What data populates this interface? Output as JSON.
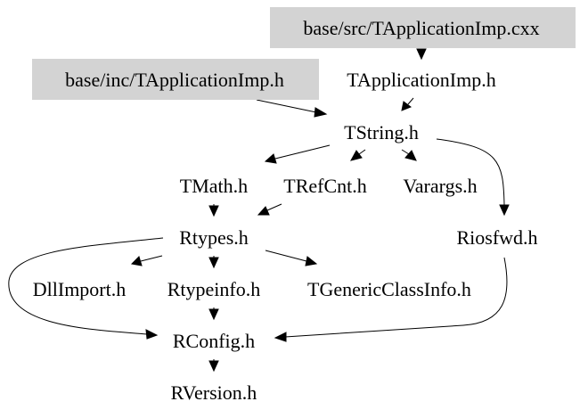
{
  "diagram": {
    "type": "include-dependency-graph",
    "nodes": [
      {
        "id": "src_cxx",
        "label": "base/src/TApplicationImp.cxx",
        "highlighted": true
      },
      {
        "id": "inc_h",
        "label": "base/inc/TApplicationImp.h",
        "highlighted": true
      },
      {
        "id": "tappimp",
        "label": "TApplicationImp.h",
        "highlighted": false
      },
      {
        "id": "tstring",
        "label": "TString.h",
        "highlighted": false
      },
      {
        "id": "tmath",
        "label": "TMath.h",
        "highlighted": false
      },
      {
        "id": "trefcnt",
        "label": "TRefCnt.h",
        "highlighted": false
      },
      {
        "id": "varargs",
        "label": "Varargs.h",
        "highlighted": false
      },
      {
        "id": "rtypes",
        "label": "Rtypes.h",
        "highlighted": false
      },
      {
        "id": "riosfwd",
        "label": "Riosfwd.h",
        "highlighted": false
      },
      {
        "id": "dllimport",
        "label": "DllImport.h",
        "highlighted": false
      },
      {
        "id": "rtypeinfo",
        "label": "Rtypeinfo.h",
        "highlighted": false
      },
      {
        "id": "tgeneric",
        "label": "TGenericClassInfo.h",
        "highlighted": false
      },
      {
        "id": "rconfig",
        "label": "RConfig.h",
        "highlighted": false
      },
      {
        "id": "rversion",
        "label": "RVersion.h",
        "highlighted": false
      }
    ],
    "edges": [
      {
        "from": "src_cxx",
        "to": "tappimp"
      },
      {
        "from": "tappimp",
        "to": "tstring"
      },
      {
        "from": "inc_h",
        "to": "tstring"
      },
      {
        "from": "tstring",
        "to": "tmath"
      },
      {
        "from": "tstring",
        "to": "trefcnt"
      },
      {
        "from": "tstring",
        "to": "varargs"
      },
      {
        "from": "tstring",
        "to": "riosfwd"
      },
      {
        "from": "tmath",
        "to": "rtypes"
      },
      {
        "from": "trefcnt",
        "to": "rtypes"
      },
      {
        "from": "rtypes",
        "to": "dllimport"
      },
      {
        "from": "rtypes",
        "to": "rtypeinfo"
      },
      {
        "from": "rtypes",
        "to": "tgeneric"
      },
      {
        "from": "rtypes",
        "to": "rconfig"
      },
      {
        "from": "rtypeinfo",
        "to": "rconfig"
      },
      {
        "from": "riosfwd",
        "to": "rconfig"
      },
      {
        "from": "rconfig",
        "to": "rversion"
      }
    ],
    "colors": {
      "highlight_fill": "#d3d3d3",
      "text": "#000000",
      "edge": "#000000",
      "background": "#ffffff"
    }
  }
}
